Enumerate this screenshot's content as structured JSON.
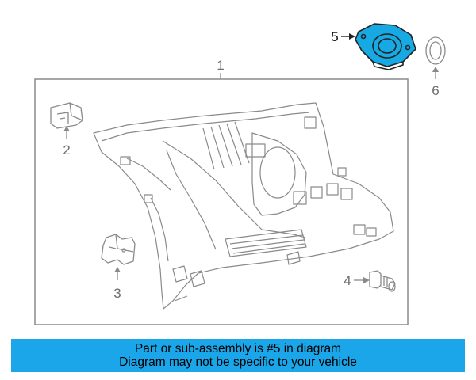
{
  "colors": {
    "banner": "#1aa6e8",
    "highlight": "#16a9e3",
    "outline": "#8a8a8a",
    "dark_outline": "#222222"
  },
  "callouts": {
    "part_1": "1",
    "part_2": "2",
    "part_3": "3",
    "part_4": "4",
    "part_5": "5",
    "part_6": "6"
  },
  "highlighted_part": "5",
  "banner": {
    "line1": "Part or sub-assembly is #5 in diagram",
    "line2": "Diagram may not be specific to your vehicle"
  }
}
